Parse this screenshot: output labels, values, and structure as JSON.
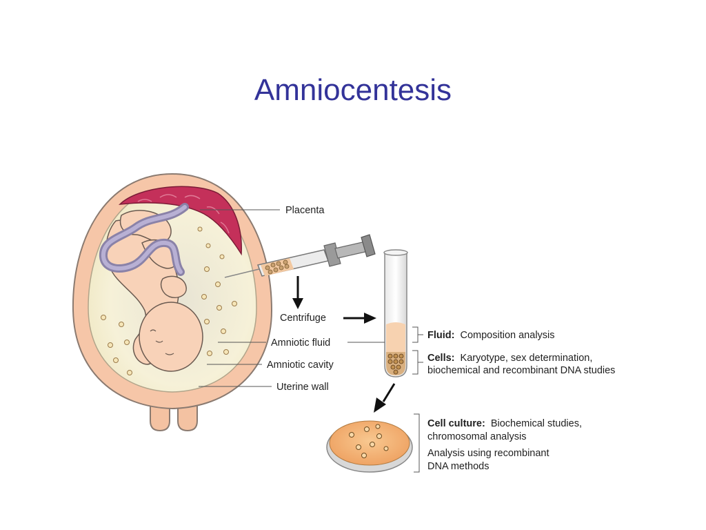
{
  "title": "Amniocentesis",
  "labels": {
    "placenta": "Placenta",
    "centrifuge": "Centrifuge",
    "amniotic_fluid": "Amniotic fluid",
    "amniotic_cavity": "Amniotic cavity",
    "uterine_wall": "Uterine wall"
  },
  "results": {
    "fluid": {
      "head": "Fluid:",
      "text": "Composition analysis"
    },
    "cells": {
      "head": "Cells:",
      "text_line1": "Karyotype, sex determination,",
      "text_line2": "biochemical and recombinant DNA studies"
    },
    "cell_culture": {
      "head": "Cell culture:",
      "text_line1": "Biochemical studies,",
      "text_line2": "chromosomal analysis",
      "text_line3": "Analysis using recombinant",
      "text_line4": "DNA methods"
    }
  },
  "colors": {
    "title": "#333399",
    "uterus": "#f6c6a8",
    "uterus_outline": "#9a8a80",
    "placenta": "#c4305a",
    "fluid": "#f6f0d4",
    "umbilical_cord": "#a8a0c4",
    "fetus": "#f8d2b8",
    "tube_fluid": "#f7d2b0",
    "cells": "#8a6a3a",
    "dish": "#f4b070"
  }
}
